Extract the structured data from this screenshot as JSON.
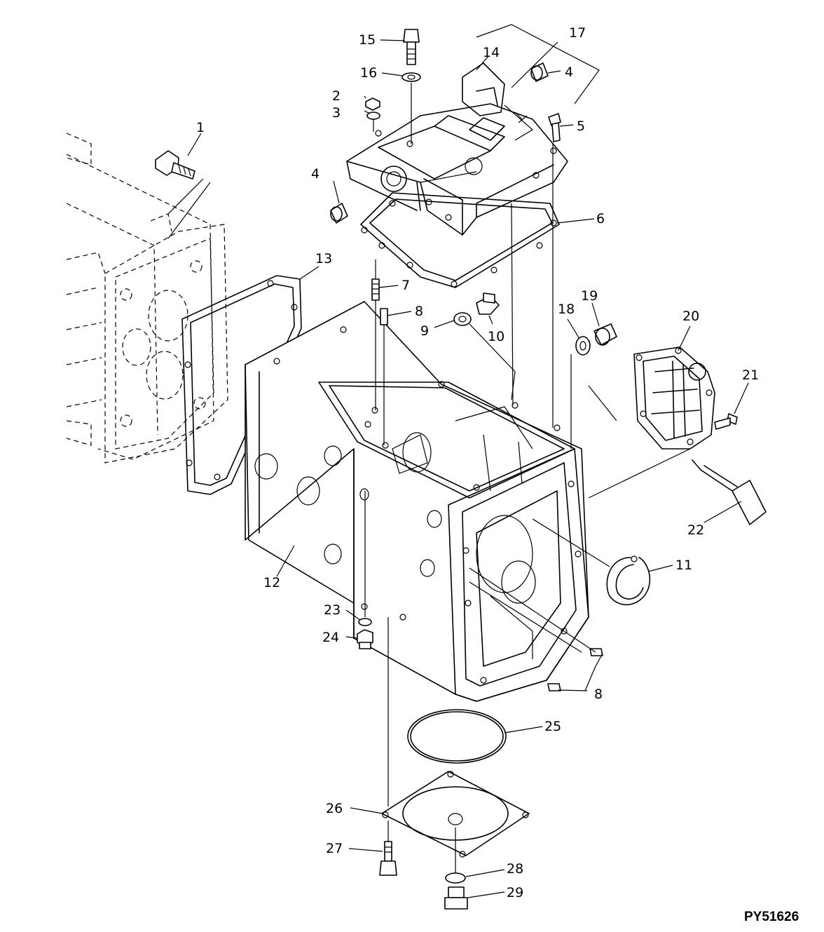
{
  "figure_id": "PY51626",
  "callouts": [
    "1",
    "2",
    "3",
    "4",
    "4",
    "5",
    "6",
    "7",
    "8",
    "8",
    "9",
    "10",
    "11",
    "12",
    "13",
    "14",
    "15",
    "16",
    "17",
    "18",
    "19",
    "20",
    "21",
    "22",
    "23",
    "24",
    "25",
    "26",
    "27",
    "28",
    "29"
  ]
}
